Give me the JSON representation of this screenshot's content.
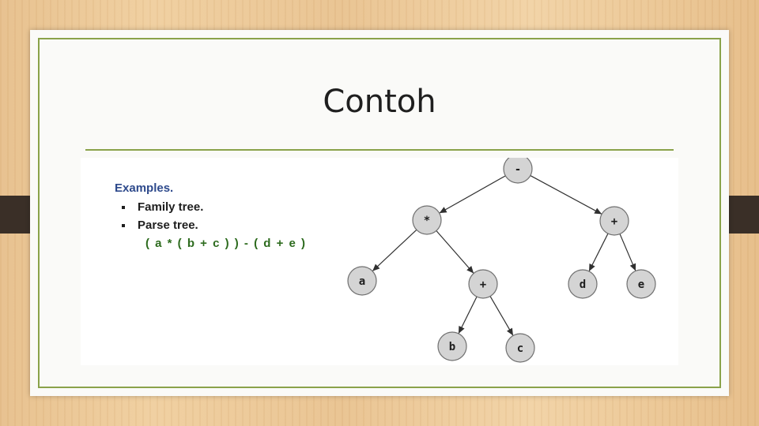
{
  "slide": {
    "title": "Contoh"
  },
  "content": {
    "heading": "Examples.",
    "items": [
      "Family tree.",
      "Parse tree."
    ],
    "expression": "( a * ( b + c ) ) - ( d + e )"
  },
  "tree": {
    "nodes": [
      {
        "id": "root",
        "label": "-"
      },
      {
        "id": "mul",
        "label": "*"
      },
      {
        "id": "plus-right",
        "label": "+"
      },
      {
        "id": "a",
        "label": "a"
      },
      {
        "id": "plus-left",
        "label": "+"
      },
      {
        "id": "d",
        "label": "d"
      },
      {
        "id": "e",
        "label": "e"
      },
      {
        "id": "b",
        "label": "b"
      },
      {
        "id": "c",
        "label": "c"
      }
    ],
    "edges": [
      [
        "root",
        "mul"
      ],
      [
        "root",
        "plus-right"
      ],
      [
        "mul",
        "a"
      ],
      [
        "mul",
        "plus-left"
      ],
      [
        "plus-left",
        "b"
      ],
      [
        "plus-left",
        "c"
      ],
      [
        "plus-right",
        "d"
      ],
      [
        "plus-right",
        "e"
      ]
    ]
  },
  "colors": {
    "accent_border": "#8aa24a",
    "heading": "#2e4a8c",
    "expression": "#2d6b1e",
    "node_fill": "#d4d4d4"
  }
}
